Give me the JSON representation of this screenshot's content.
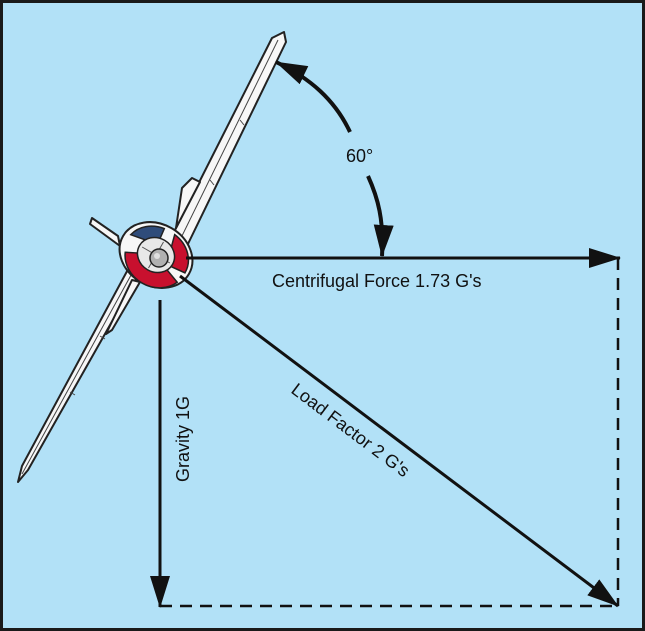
{
  "labels": {
    "angle": "60°",
    "centrifugal": "Centrifugal Force 1.73 G's",
    "gravity": "Gravity 1G",
    "load_factor": "Load Factor 2 G's"
  },
  "colors": {
    "background": "#b2e1f7",
    "frame": "#1a1a1a",
    "vector": "#111111",
    "aircraft_body": "#f7f7f7",
    "cowling_red": "#c8102e",
    "cowling_blue": "#2f4c7a",
    "spinner": "#b0b0b0"
  },
  "icons": {
    "aircraft": "airplane-front-view-icon"
  }
}
